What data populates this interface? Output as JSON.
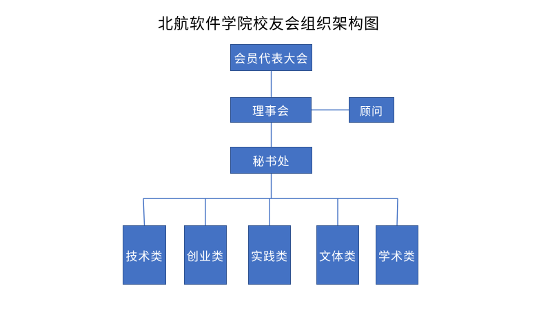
{
  "title": "北航软件学院校友会组织架构图",
  "colors": {
    "box_fill": "#4472C4",
    "box_border": "#2F528F",
    "connector": "#4472C4",
    "box_text": "#FFFFFF",
    "title_text": "#000000",
    "background": "#FFFFFF"
  },
  "org": {
    "root": {
      "label": "会员代表大会"
    },
    "board": {
      "label": "理事会"
    },
    "advisor": {
      "label": "顾问"
    },
    "secretariat": {
      "label": "秘书处"
    },
    "categories": [
      {
        "label": "技术类"
      },
      {
        "label": "创业类"
      },
      {
        "label": "实践类"
      },
      {
        "label": "文体类"
      },
      {
        "label": "学术类"
      }
    ]
  }
}
